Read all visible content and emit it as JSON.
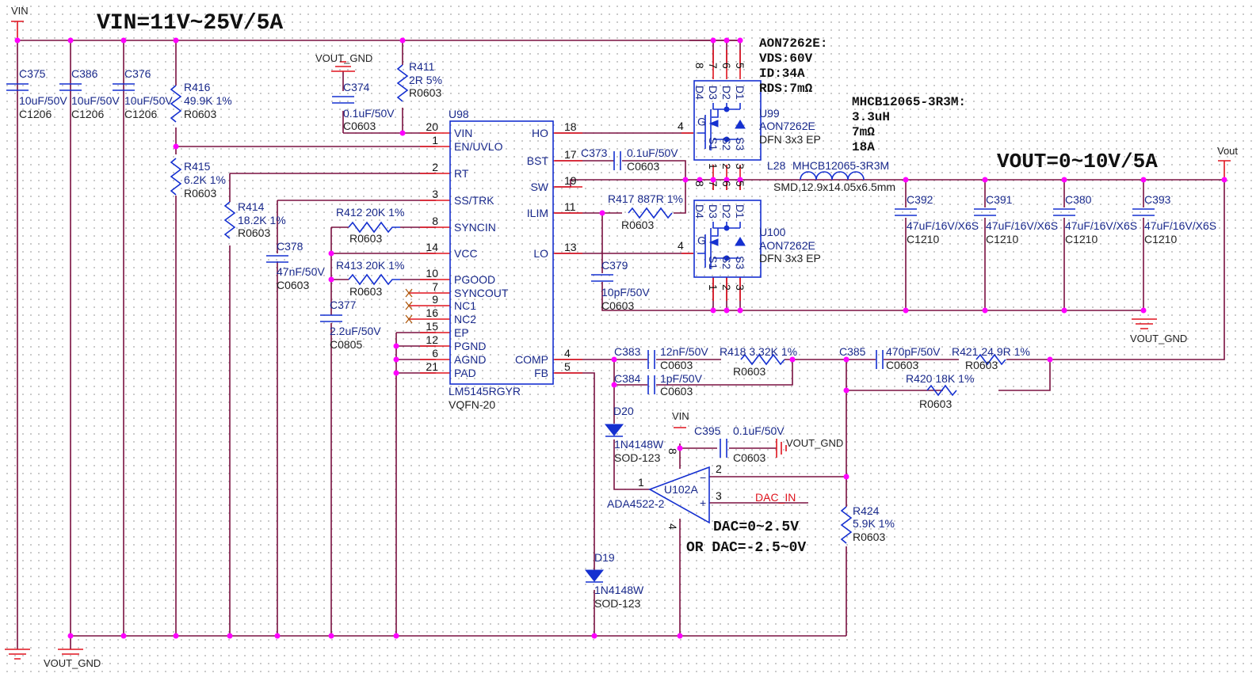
{
  "notes": {
    "vin_spec": "VIN=11V~25V/5A",
    "vout_spec": "VOUT=0~10V/5A",
    "mosfet_spec": [
      "AON7262E:",
      "VDS:60V",
      "ID:34A",
      "RDS:7mΩ"
    ],
    "inductor_spec": [
      "MHCB12065-3R3M:",
      "3.3uH",
      "7mΩ",
      "18A"
    ],
    "dac_spec": [
      "DAC=0~2.5V",
      "OR  DAC=-2.5~0V"
    ]
  },
  "nets": {
    "vin": "VIN",
    "vin2": "VIN",
    "vout": "Vout",
    "vout_gnd": "VOUT_GND",
    "vout_gnd2": "VOUT_GND",
    "vout_gnd3": "VOUT_GND",
    "vout_gnd4": "VOUT_GND",
    "dac_in": "DAC_IN"
  },
  "input_caps": [
    {
      "ref": "C375",
      "value": "10uF/50V",
      "pkg": "C1206"
    },
    {
      "ref": "C386",
      "value": "10uF/50V",
      "pkg": "C1206"
    },
    {
      "ref": "C376",
      "value": "10uF/50V",
      "pkg": "C1206"
    }
  ],
  "resistors": {
    "r416": {
      "ref": "R416",
      "value": "49.9K 1%",
      "pkg": "R0603"
    },
    "r415": {
      "ref": "R415",
      "value": "6.2K 1%",
      "pkg": "R0603"
    },
    "r414": {
      "ref": "R414",
      "value": "18.2K 1%",
      "pkg": "R0603"
    },
    "r411": {
      "ref": "R411",
      "value": "2R 5%",
      "pkg": "R0603"
    },
    "r412": {
      "ref": "R412  20K 1%",
      "pkg": "R0603"
    },
    "r413": {
      "ref": "R413  20K 1%",
      "pkg": "R0603"
    },
    "r417": {
      "ref": "R417  887R 1%",
      "pkg": "R0603"
    },
    "r418": {
      "ref": "R418  3.32K 1%",
      "pkg": "R0603"
    },
    "r421": {
      "ref": "R421  24.9R 1%",
      "pkg": "R0603"
    },
    "r420": {
      "ref": "R420  18K 1%",
      "pkg": "R0603"
    },
    "r424": {
      "ref": "R424",
      "value": "5.9K 1%",
      "pkg": "R0603"
    }
  },
  "capacitors": {
    "c374": {
      "ref": "C374",
      "value": "0.1uF/50V",
      "pkg": "C0603"
    },
    "c378": {
      "ref": "C378",
      "value": "47nF/50V",
      "pkg": "C0603"
    },
    "c377": {
      "ref": "C377",
      "value": "2.2uF/50V",
      "pkg": "C0805"
    },
    "c373": {
      "ref": "C373",
      "value": "0.1uF/50V",
      "pkg": "C0603"
    },
    "c379": {
      "ref": "C379",
      "value": "10pF/50V",
      "pkg": "C0603"
    },
    "c383": {
      "ref": "C383",
      "value": "12nF/50V",
      "pkg": "C0603"
    },
    "c384": {
      "ref": "C384",
      "value": "1pF/50V",
      "pkg": "C0603"
    },
    "c385": {
      "ref": "C385",
      "value": "470pF/50V",
      "pkg": "C0603"
    },
    "c395": {
      "ref": "C395",
      "value": "0.1uF/50V",
      "pkg": "C0603"
    }
  },
  "output_caps": [
    {
      "ref": "C392",
      "value": "47uF/16V/X6S",
      "pkg": "C1210"
    },
    {
      "ref": "C391",
      "value": "47uF/16V/X6S",
      "pkg": "C1210"
    },
    {
      "ref": "C380",
      "value": "47uF/16V/X6S",
      "pkg": "C1210"
    },
    {
      "ref": "C393",
      "value": "47uF/16V/X6S",
      "pkg": "C1210"
    }
  ],
  "controller": {
    "ref": "U98",
    "part": "LM5145RGYR",
    "pkg": "VQFN-20",
    "left_pins": [
      {
        "num": "20",
        "name": "VIN"
      },
      {
        "num": "1",
        "name": "EN/UVLO"
      },
      {
        "num": "2",
        "name": "RT"
      },
      {
        "num": "3",
        "name": "SS/TRK"
      },
      {
        "num": "8",
        "name": "SYNCIN"
      },
      {
        "num": "14",
        "name": "VCC"
      },
      {
        "num": "10",
        "name": "PGOOD"
      },
      {
        "num": "7",
        "name": "SYNCOUT"
      },
      {
        "num": "9",
        "name": "NC1"
      },
      {
        "num": "16",
        "name": "NC2"
      },
      {
        "num": "15",
        "name": "EP"
      },
      {
        "num": "12",
        "name": "PGND"
      },
      {
        "num": "6",
        "name": "AGND"
      },
      {
        "num": "21",
        "name": "PAD"
      }
    ],
    "right_pins": [
      {
        "num": "18",
        "name": "HO"
      },
      {
        "num": "17",
        "name": "BST"
      },
      {
        "num": "19",
        "name": "SW"
      },
      {
        "num": "11",
        "name": "ILIM"
      },
      {
        "num": "13",
        "name": "LO"
      },
      {
        "num": "4",
        "name": "COMP"
      },
      {
        "num": "5",
        "name": "FB"
      }
    ]
  },
  "mosfets": [
    {
      "ref": "U99",
      "part": "AON7262E",
      "pkg": "DFN 3x3 EP",
      "gate_pin": "4",
      "drain_pins": [
        "8",
        "7",
        "6",
        "5"
      ],
      "source_pins": [
        "1",
        "2",
        "3"
      ],
      "drain_labels": [
        "D4",
        "D3",
        "D2",
        "D1"
      ],
      "source_labels": [
        "S1",
        "S2",
        "S3"
      ],
      "gate_label": "G"
    },
    {
      "ref": "U100",
      "part": "AON7262E",
      "pkg": "DFN 3x3 EP",
      "gate_pin": "4",
      "drain_pins": [
        "8",
        "7",
        "6",
        "5"
      ],
      "source_pins": [
        "1",
        "2",
        "3"
      ],
      "drain_labels": [
        "D4",
        "D3",
        "D2",
        "D1"
      ],
      "source_labels": [
        "S1",
        "S2",
        "S3"
      ],
      "gate_label": "G"
    }
  ],
  "inductor": {
    "ref": "L28",
    "part": "MHCB12065-3R3M",
    "pkg": "SMD,12.9x14.05x6.5mm"
  },
  "diodes": [
    {
      "ref": "D20",
      "part": "1N4148W",
      "pkg": "SOD-123"
    },
    {
      "ref": "D19",
      "part": "1N4148W",
      "pkg": "SOD-123"
    }
  ],
  "opamp": {
    "ref": "U102A",
    "part": "ADA4522-2",
    "pins": {
      "out": "1",
      "inv": "2",
      "noninv": "3",
      "vpos": "8",
      "vneg": "4"
    },
    "minus": "−",
    "plus": "+"
  }
}
